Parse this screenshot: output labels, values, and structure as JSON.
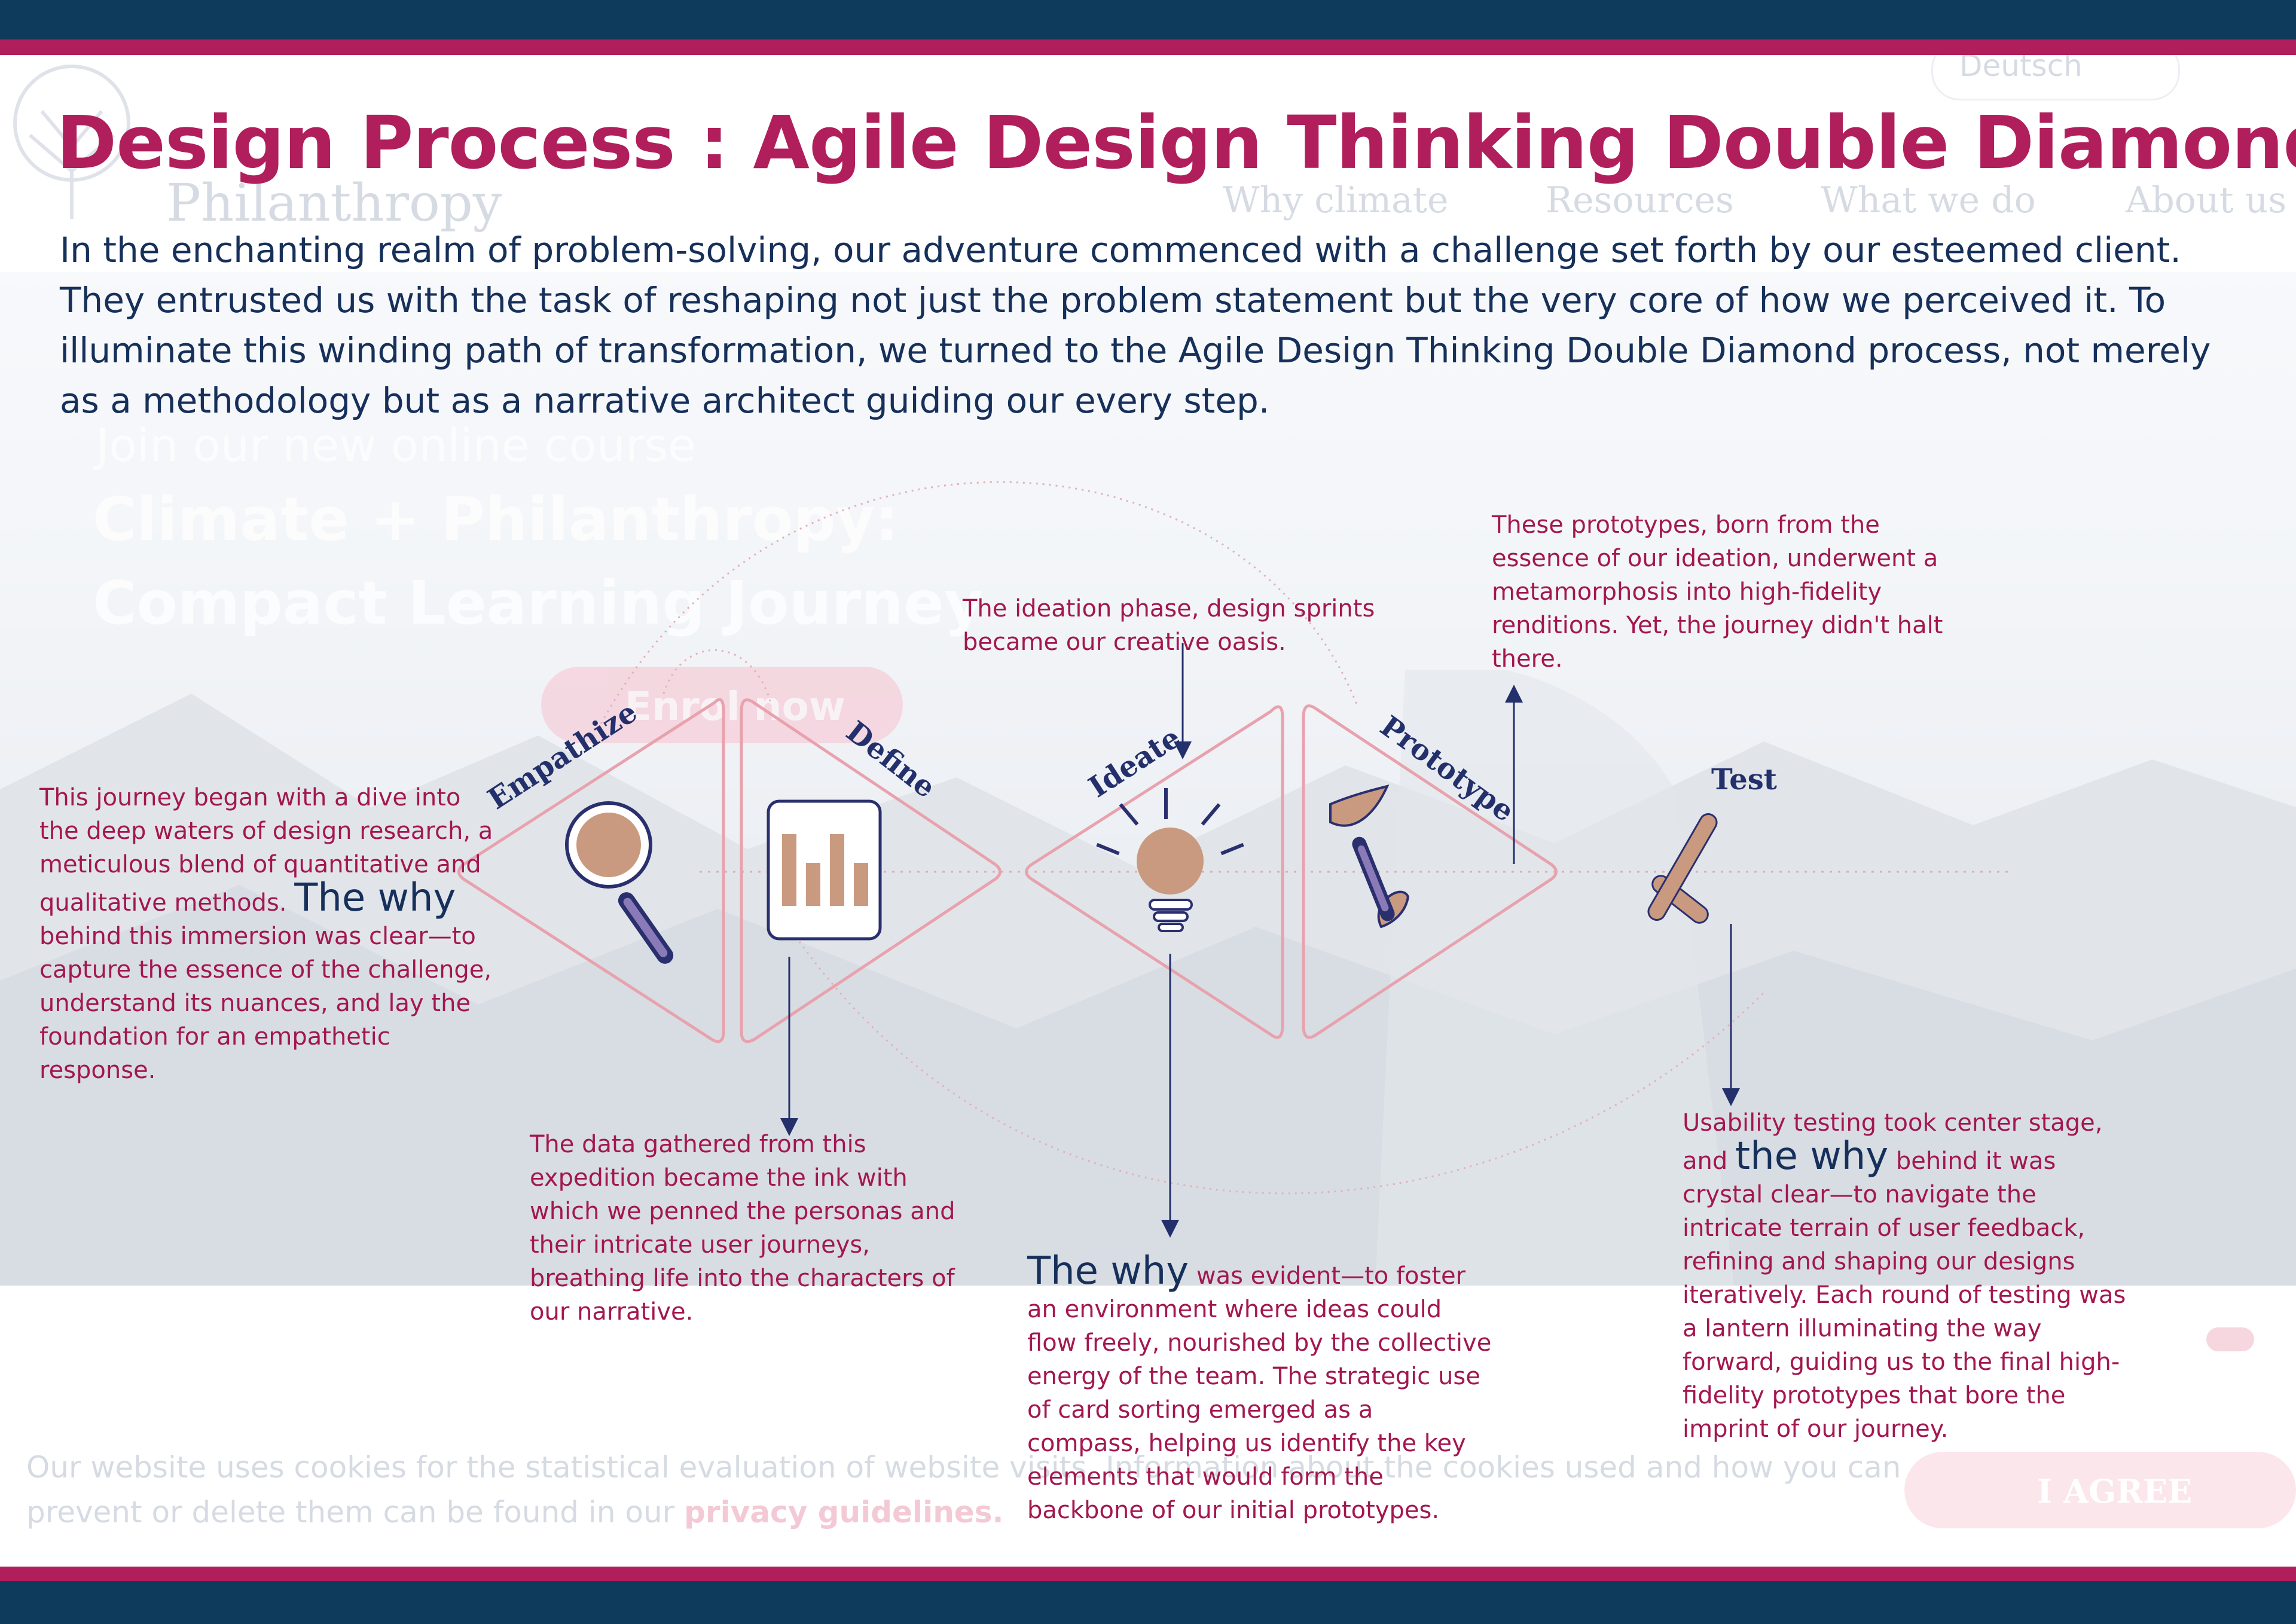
{
  "background_site": {
    "logo_word": "Philanthropy",
    "language_button": "Deutsch",
    "nav": [
      "Why climate",
      "Resources",
      "What we do",
      "About us"
    ],
    "hero_kicker": "Join our new online course",
    "hero_title_line1": "Climate + Philanthropy:",
    "hero_title_line2": "Compact Learning Journey",
    "enrol_button": "Enrol now",
    "cookie_text_line1": "Our website uses cookies for the statistical evaluation of website visits. Information about the cookies used and how you can",
    "cookie_text_line2_prefix": "prevent or delete them can be found in our",
    "cookie_link": "privacy guidelines.",
    "agree_button": "I AGREE"
  },
  "title": "Design Process : Agile Design Thinking Double Diamond",
  "intro": "In the enchanting realm of problem-solving, our adventure commenced with a challenge set forth by our esteemed client. They entrusted us with the task of reshaping not just the problem statement but the very core of how we perceived it. To illuminate this winding path of transformation, we turned to the Agile Design Thinking Double Diamond process, not merely as a methodology but as a narrative architect guiding our every step.",
  "stages": [
    "Empathize",
    "Define",
    "Ideate",
    "Prototype",
    "Test"
  ],
  "icons": [
    "magnifier-icon",
    "bar-chart-icon",
    "lightbulb-icon",
    "hourglass-icon",
    "checkmark-icon"
  ],
  "notes": {
    "empathize_before": "This journey began with a dive into the deep waters of design research, a meticulous blend of quantitative and qualitative methods.",
    "empathize_why": "The why",
    "empathize_after": "behind this immersion was clear—to capture the essence of the challenge, understand its nuances, and lay the foundation for an empathetic response.",
    "define": "The data gathered from this expedition became the ink with which we penned the personas and their intricate user journeys, breathing life into the characters of our narrative.",
    "ideate_top": "The ideation phase, design sprints became our creative oasis.",
    "ideate_why": "The why",
    "ideate_after": "was evident—to foster an environment where ideas could flow freely, nourished by the collective energy of the team. The strategic use of card sorting emerged as a compass, helping us identify the key elements that would form the backbone of our initial prototypes.",
    "prototype": "These prototypes, born from the essence of our ideation, underwent a metamorphosis into high-fidelity renditions. Yet, the journey didn't halt there.",
    "test_before": "Usability testing took center stage, and",
    "test_why": "the why",
    "test_after": "behind it was crystal clear—to navigate the intricate terrain of user feedback, refining and shaping our designs iteratively. Each round of testing was a lantern illuminating the way forward, guiding us to the final high-fidelity prototypes that bore the imprint of our journey."
  },
  "colors": {
    "navy": "#0e3a5c",
    "magenta": "#b01f5c",
    "text_navy": "#16305a",
    "note_red": "#a3174f",
    "diamond_pink": "#e8a2ae",
    "icon_tan": "#c99a80",
    "icon_ink": "#2a2f6e"
  }
}
